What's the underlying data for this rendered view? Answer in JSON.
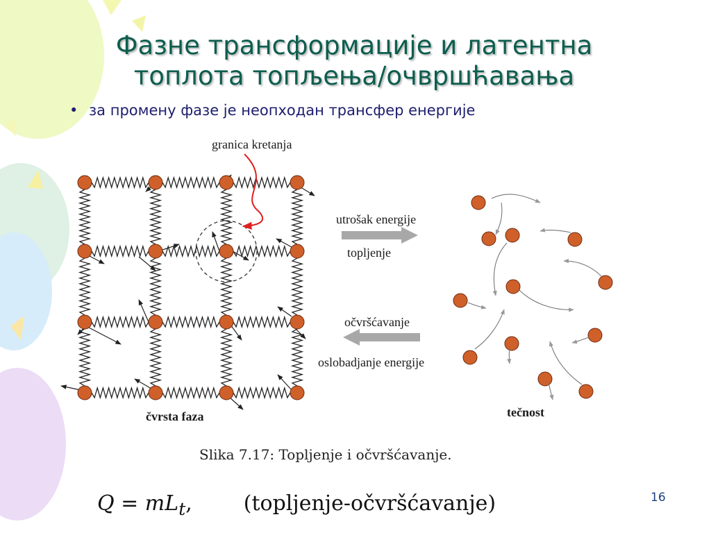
{
  "slide": {
    "title_line1": "Фазне трансформације и латентна",
    "title_line2": "топлота топљења/очвршћавања",
    "bullet": "за промену фазе је неопходан трансфер енергије",
    "page_number": "16"
  },
  "diagram": {
    "label_boundary": "granica kretanja",
    "label_solid": "čvrsta faza",
    "label_liquid": "tečnost",
    "label_energy_use": "utrošak energije",
    "label_melting": "topljenje",
    "label_solidifying": "očvršćavanje",
    "label_energy_release": "oslobadjanje energije",
    "caption": "Slika 7.17:  Topljenje i očvršćavanje.",
    "formula_main": "Q = mL",
    "formula_sub": "t",
    "formula_note": "(topljenje-očvršćavanje)"
  },
  "colors": {
    "title": "#0d5e4f",
    "atom": "#d0602a",
    "arrow_fill": "#a8a8a8",
    "boundary_arrow": "#e02020",
    "background_balloon_green": "#eef9c4",
    "background_balloon_blue": "#d6ecfa",
    "background_balloon_purple": "#ecdcf6"
  }
}
